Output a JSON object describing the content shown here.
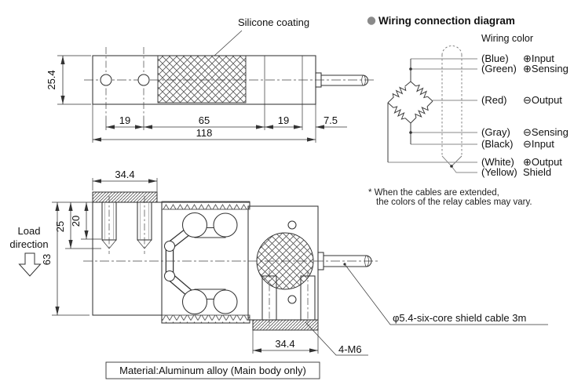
{
  "colors": {
    "line": "#333333",
    "wire": "#8a8a8a",
    "bullet": "#8a8a8a",
    "text": "#111111"
  },
  "side_view": {
    "silicone_label": "Silicone coating",
    "dim_height": "25.4",
    "dim_hole_spacing": "19",
    "dim_coating_length": "65",
    "dim_right_segment": "19",
    "dim_cable_offset": "7.5",
    "dim_total_length": "118"
  },
  "plan_view": {
    "dim_top_width": "34.4",
    "dim_drill_depth": "25",
    "dim_thread_depth": "20",
    "dim_body_width": "63",
    "dim_bottom_width": "34.4",
    "load_direction_line1": "Load",
    "load_direction_line2": "direction",
    "thread_label": "4-M6",
    "cable_label": "φ5.4-six-core shield cable 3m",
    "material_label": "Material:Aluminum alloy (Main body only)"
  },
  "wiring": {
    "title": "Wiring connection diagram",
    "subtitle": "Wiring color",
    "rows": [
      {
        "color": "(Blue)",
        "signal": "⊕Input"
      },
      {
        "color": "(Green)",
        "signal": "⊕Sensing"
      },
      {
        "color": "(Red)",
        "signal": "⊖Output"
      },
      {
        "color": "(Gray)",
        "signal": "⊖Sensing"
      },
      {
        "color": "(Black)",
        "signal": "⊖Input"
      },
      {
        "color": "(White)",
        "signal": "⊕Output"
      },
      {
        "color": "(Yellow)",
        "signal": "Shield"
      }
    ],
    "note_line1": "* When the cables are extended,",
    "note_line2": "the colors of the relay cables may vary."
  }
}
